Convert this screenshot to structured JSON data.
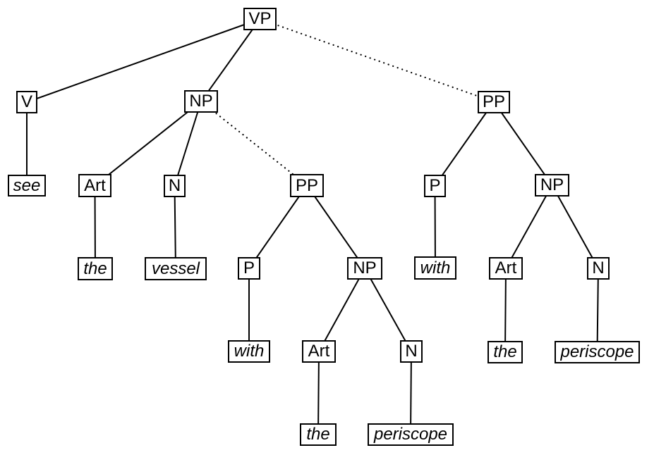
{
  "diagram": {
    "type": "syntax-parse-tree",
    "colors": {
      "background": "#ffffff",
      "line": "#000000",
      "box_border": "#000000",
      "box_fill": "#ffffff",
      "text": "#000000"
    },
    "nodes": {
      "vp": {
        "label": "VP",
        "kind": "phrase"
      },
      "v": {
        "label": "V",
        "kind": "category"
      },
      "np_main": {
        "label": "NP",
        "kind": "phrase"
      },
      "pp_right": {
        "label": "PP",
        "kind": "phrase"
      },
      "see": {
        "label": "see",
        "kind": "word"
      },
      "art_main": {
        "label": "Art",
        "kind": "category"
      },
      "n_main": {
        "label": "N",
        "kind": "category"
      },
      "pp_mid": {
        "label": "PP",
        "kind": "phrase"
      },
      "p_right": {
        "label": "P",
        "kind": "category"
      },
      "np_right": {
        "label": "NP",
        "kind": "phrase"
      },
      "the_main": {
        "label": "the",
        "kind": "word"
      },
      "vessel": {
        "label": "vessel",
        "kind": "word"
      },
      "p_mid": {
        "label": "P",
        "kind": "category"
      },
      "np_mid": {
        "label": "NP",
        "kind": "phrase"
      },
      "with_right": {
        "label": "with",
        "kind": "word"
      },
      "art_right": {
        "label": "Art",
        "kind": "category"
      },
      "n_right": {
        "label": "N",
        "kind": "category"
      },
      "with_mid": {
        "label": "with",
        "kind": "word"
      },
      "art_mid": {
        "label": "Art",
        "kind": "category"
      },
      "n_mid": {
        "label": "N",
        "kind": "category"
      },
      "the_right": {
        "label": "the",
        "kind": "word"
      },
      "periscope_right": {
        "label": "periscope",
        "kind": "word"
      },
      "the_mid": {
        "label": "the",
        "kind": "word"
      },
      "periscope_mid": {
        "label": "periscope",
        "kind": "word"
      }
    },
    "edges": [
      {
        "from": "vp",
        "to": "v",
        "style": "solid"
      },
      {
        "from": "vp",
        "to": "np_main",
        "style": "solid"
      },
      {
        "from": "vp",
        "to": "pp_right",
        "style": "dotted"
      },
      {
        "from": "v",
        "to": "see",
        "style": "solid"
      },
      {
        "from": "np_main",
        "to": "art_main",
        "style": "solid"
      },
      {
        "from": "np_main",
        "to": "n_main",
        "style": "solid"
      },
      {
        "from": "np_main",
        "to": "pp_mid",
        "style": "dotted"
      },
      {
        "from": "art_main",
        "to": "the_main",
        "style": "solid"
      },
      {
        "from": "n_main",
        "to": "vessel",
        "style": "solid"
      },
      {
        "from": "pp_mid",
        "to": "p_mid",
        "style": "solid"
      },
      {
        "from": "pp_mid",
        "to": "np_mid",
        "style": "solid"
      },
      {
        "from": "p_mid",
        "to": "with_mid",
        "style": "solid"
      },
      {
        "from": "np_mid",
        "to": "art_mid",
        "style": "solid"
      },
      {
        "from": "np_mid",
        "to": "n_mid",
        "style": "solid"
      },
      {
        "from": "art_mid",
        "to": "the_mid",
        "style": "solid"
      },
      {
        "from": "n_mid",
        "to": "periscope_mid",
        "style": "solid"
      },
      {
        "from": "pp_right",
        "to": "p_right",
        "style": "solid"
      },
      {
        "from": "pp_right",
        "to": "np_right",
        "style": "solid"
      },
      {
        "from": "p_right",
        "to": "with_right",
        "style": "solid"
      },
      {
        "from": "np_right",
        "to": "art_right",
        "style": "solid"
      },
      {
        "from": "np_right",
        "to": "n_right",
        "style": "solid"
      },
      {
        "from": "art_right",
        "to": "the_right",
        "style": "solid"
      },
      {
        "from": "n_right",
        "to": "periscope_right",
        "style": "solid"
      }
    ]
  }
}
